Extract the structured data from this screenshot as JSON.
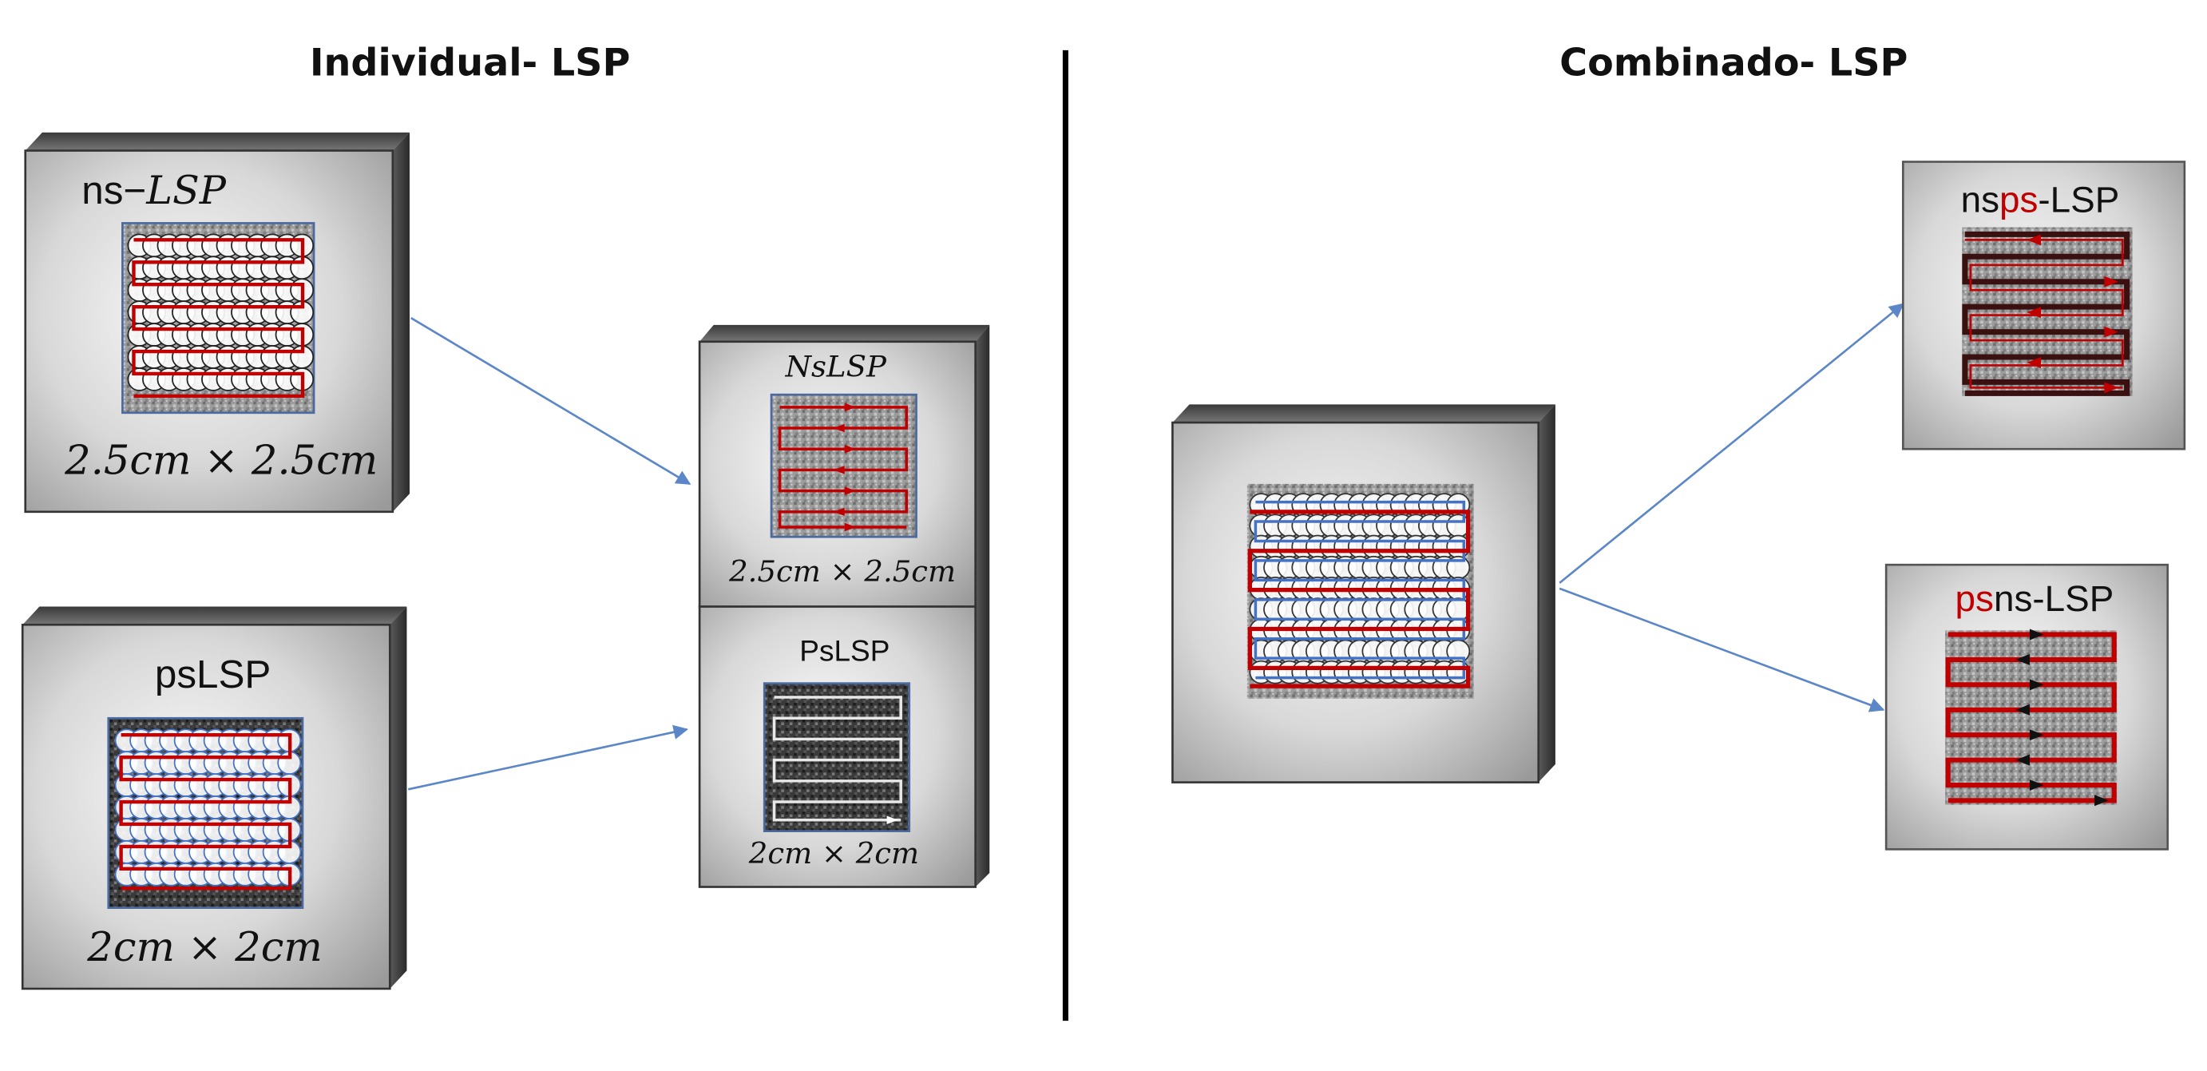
{
  "left_section": {
    "title": "Individual- LSP",
    "ns_block": {
      "label_prefix": "ns−",
      "label_math": "LSP",
      "size": "2.5cm × 2.5cm"
    },
    "ps_block": {
      "label": "psLSP",
      "size": "2cm × 2cm"
    },
    "output_top": {
      "label": "NsLSP",
      "size": "2.5cm × 2.5cm"
    },
    "output_bottom": {
      "label": "PsLSP",
      "size": "2cm × 2cm"
    }
  },
  "right_section": {
    "title": "Combinado- LSP",
    "output_top": {
      "label_a": "ns",
      "label_b": "ps",
      "label_c": "-LSP"
    },
    "output_bottom": {
      "label_a": "ps",
      "label_b": "ns",
      "label_c": "-LSP"
    }
  },
  "colors": {
    "ns_path": "#c00000",
    "ps_path": "#4472c4",
    "arrow": "#5b86c8",
    "divider": "#000000"
  }
}
